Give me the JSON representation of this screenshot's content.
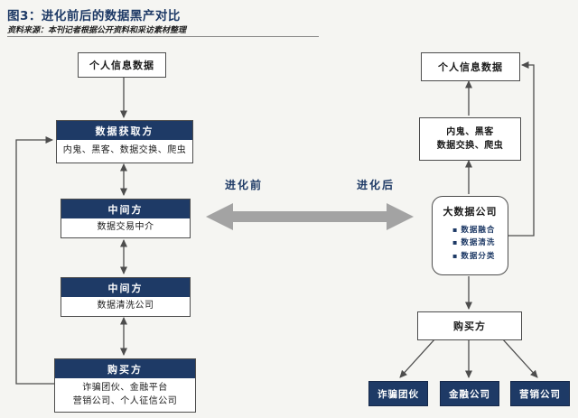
{
  "title": "图3：进化前后的数据黑产对比",
  "source": "资料来源：本刊记者根据公开资料和采访素材整理",
  "colors": {
    "navy": "#1e3a66",
    "big_arrow_gray": "#a3a3a3",
    "line": "#4d4d4d",
    "background": "#f5f5f2"
  },
  "center": {
    "before_label": "进化前",
    "after_label": "进化后"
  },
  "left": {
    "personal_data": "个人信息数据",
    "acquirer": {
      "header": "数据获取方",
      "body": "内鬼、黑客、数据交换、爬虫"
    },
    "middleman1": {
      "header": "中间方",
      "body": "数据交易中介"
    },
    "middleman2": {
      "header": "中间方",
      "body": "数据清洗公司"
    },
    "buyer": {
      "header": "购买方",
      "body_line1": "诈骗团伙、金融平台",
      "body_line2": "营销公司、个人征信公司"
    }
  },
  "right": {
    "personal_data": "个人信息数据",
    "hackers": {
      "line1": "内鬼、黑客",
      "line2": "数据交换、爬虫"
    },
    "bigdata": {
      "title": "大数据公司",
      "bullets": [
        "数据融合",
        "数据清洗",
        "数据分类"
      ]
    },
    "buyer": "购买方",
    "bottom_boxes": [
      "诈骗团伙",
      "金融公司",
      "营销公司"
    ]
  }
}
